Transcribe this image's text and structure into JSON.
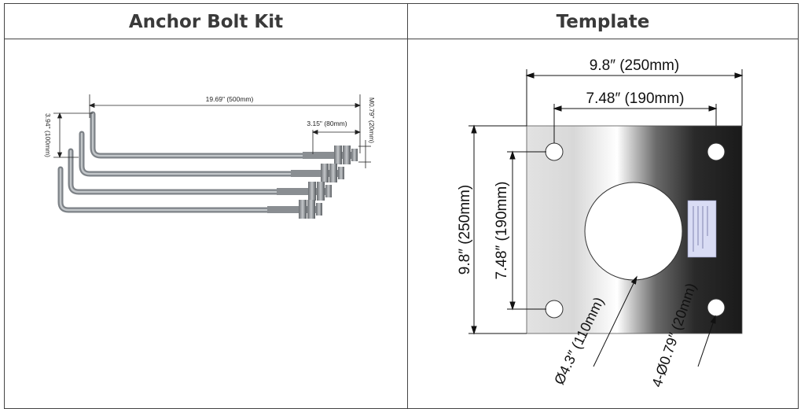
{
  "table": {
    "headers": [
      "Anchor Bolt Kit",
      "Template"
    ]
  },
  "anchor_bolt_kit": {
    "length_label": "19.69\"  (500mm)",
    "thread_label": "3.15\"  (80mm)",
    "hook_label": "3.94\"  (100mm)",
    "diameter_label": "M0.79\"  (20mm)"
  },
  "template": {
    "outer_width_label": "9.8″  (250mm)",
    "hole_spacing_label": "7.48″  (190mm)",
    "outer_height_label": "9.8″  (250mm)",
    "inner_height_label": "7.48″  (190mm)",
    "center_hole_label": "Ø4.3″  (110mm)",
    "bolt_holes_label": "4-Ø0.79″  (20mm)"
  },
  "colors": {
    "border": "#444444",
    "header_text": "#3a3a3a",
    "bolt_metal": "#8f9498",
    "plate_light": "#e6e6e6",
    "plate_dark": "#1c1c1c",
    "sticker": "#d9dcf4"
  }
}
